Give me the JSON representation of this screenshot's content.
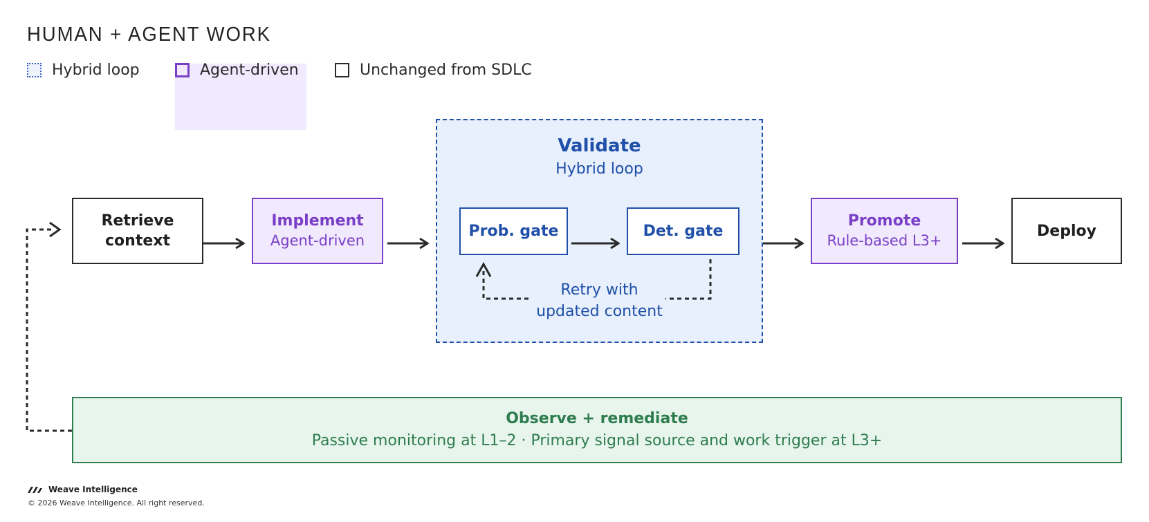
{
  "title": "HUMAN + AGENT WORK",
  "legend": {
    "hybrid": "Hybrid loop",
    "agent": "Agent-driven",
    "unchanged": "Unchanged from SDLC"
  },
  "colors": {
    "hybrid": "#1f4fa8",
    "hybrid_fill": "#e7f0fc",
    "agent": "#7a3fc7",
    "agent_fill": "#f1e9fd",
    "observe": "#2e7d4f",
    "observe_fill": "#e8f5ec",
    "plain": "#2a2a2a"
  },
  "nodes": {
    "retrieve": {
      "line1": "Retrieve",
      "line2": "context"
    },
    "implement": {
      "title": "Implement",
      "sub": "Agent-driven"
    },
    "validate": {
      "title": "Validate",
      "sub": "Hybrid loop",
      "prob_gate": "Prob. gate",
      "det_gate": "Det. gate",
      "retry_line1": "Retry with",
      "retry_line2": "updated content"
    },
    "promote": {
      "title": "Promote",
      "sub": "Rule-based L3+"
    },
    "deploy": {
      "title": "Deploy"
    },
    "observe": {
      "title": "Observe + remediate",
      "sub": "Passive monitoring at L1–2 · Primary signal source and work trigger at L3+"
    }
  },
  "footer": {
    "brand": "Weave Intelligence",
    "copyright": "© 2026 Weave Intelligence. All right reserved."
  }
}
